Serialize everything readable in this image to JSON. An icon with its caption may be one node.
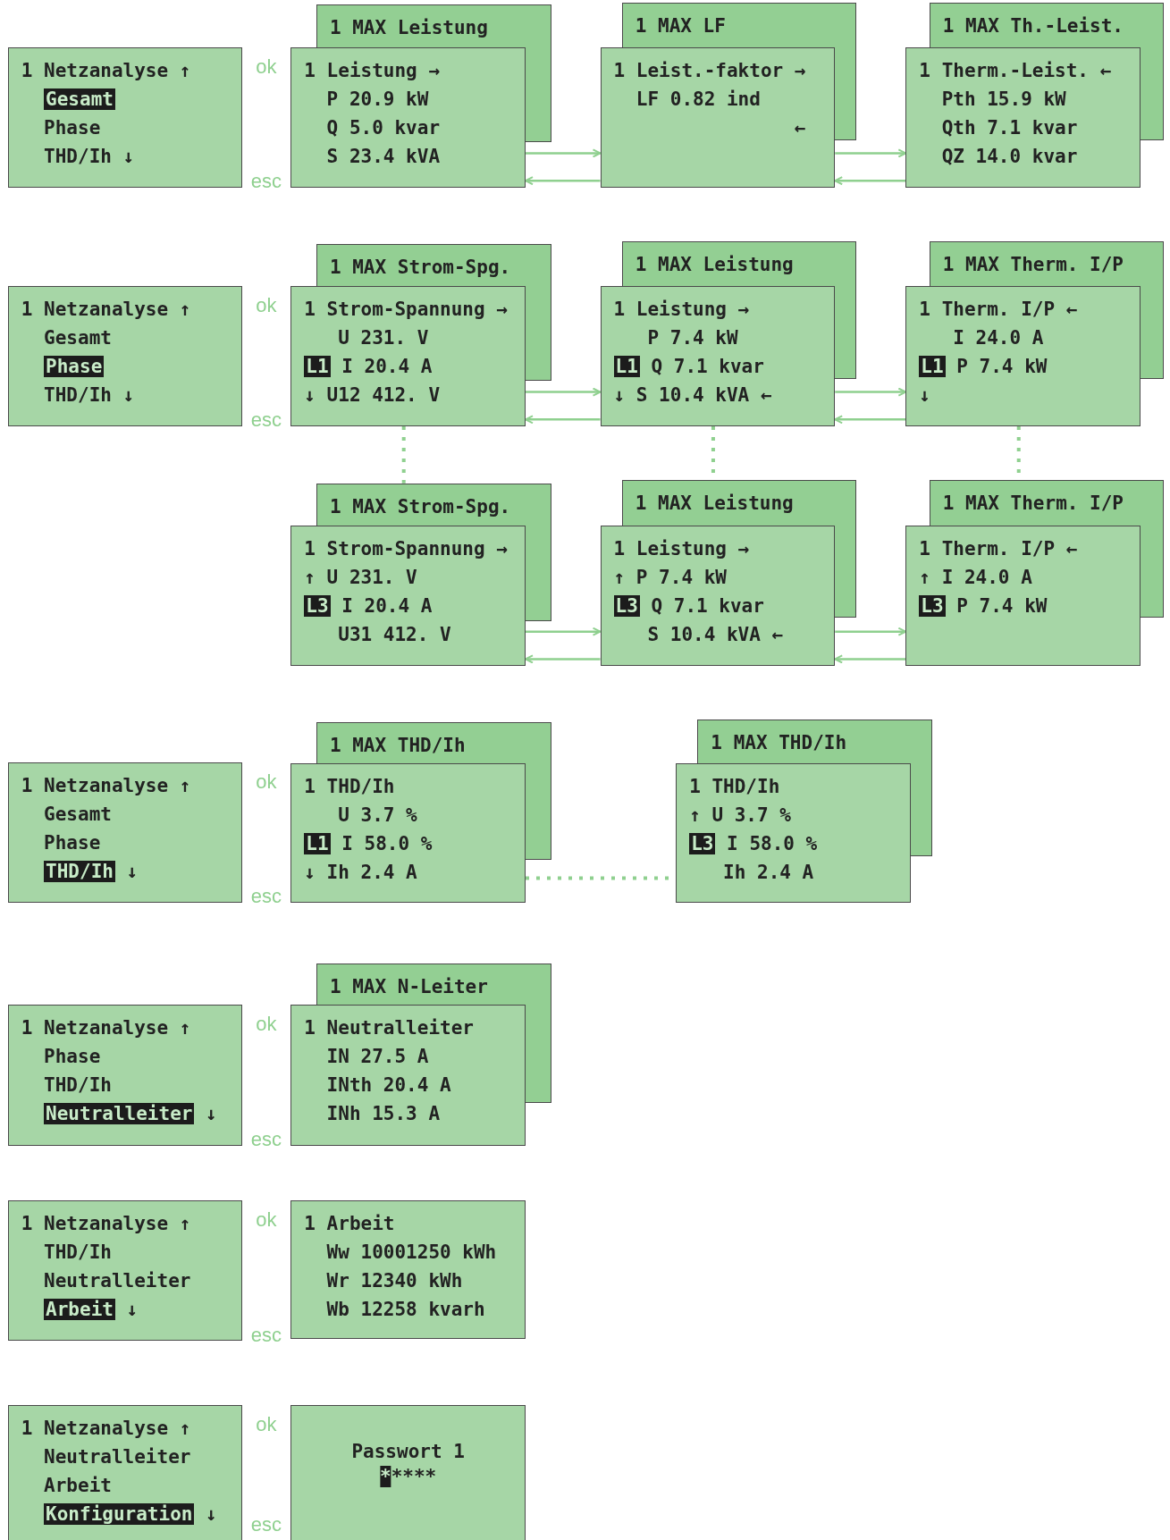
{
  "diagram": {
    "nodes": [
      {
        "text": [
          "1 Netzanalyse ↑",
          "Gesamt",
          "Phase",
          "THD/Ih ↓"
        ]
      },
      {
        "text": [
          "1 MAX Leistung"
        ]
      },
      {
        "text": [
          "1 Leistung →",
          "P 20.9 kW",
          "Q 5.0 kvar",
          "S 23.4 kVA"
        ]
      },
      {
        "text": [
          "1 MAX LF"
        ]
      },
      {
        "text": [
          "1 Leist.-faktor →",
          "LF 0.82 ind",
          "←"
        ]
      },
      {
        "text": [
          "1 MAX Th.-Leist."
        ]
      },
      {
        "text": [
          "1 Therm.-Leist. ←",
          "Pth 15.9 kW",
          "Qth 7.1 kvar",
          "QZ 14.0 kvar"
        ]
      },
      {
        "text": [
          "1 Netzanalyse ↑",
          "Gesamt",
          "Phase",
          "THD/Ih ↓"
        ]
      },
      {
        "text": [
          "1 MAX Strom-Spg."
        ]
      },
      {
        "text": [
          "1 Strom-Spannung →",
          "U 231. V",
          "L1 I 20.4 A",
          "↓ U12 412. V"
        ]
      },
      {
        "text": [
          "1 MAX Leistung"
        ]
      },
      {
        "text": [
          "1 Leistung →",
          "P 7.4 kW",
          "L1 Q 7.1 kvar",
          "↓ S 10.4 kVA ←"
        ]
      },
      {
        "text": [
          "1 MAX Therm. I/P"
        ]
      },
      {
        "text": [
          "1 Therm. I/P ←",
          "I 24.0 A",
          "L1 P 7.4 kW",
          "↓"
        ]
      },
      {
        "text": [
          "1 MAX Strom-Spg."
        ]
      },
      {
        "text": [
          "1 Strom-Spannung →",
          "↑ U 231. V",
          "L3 I 20.4 A",
          "U31 412. V"
        ]
      },
      {
        "text": [
          "1 MAX Leistung"
        ]
      },
      {
        "text": [
          "1 Leistung →",
          "↑ P 7.4 kW",
          "L3 Q 7.1 kvar",
          "S 10.4 kVA ←"
        ]
      },
      {
        "text": [
          "1 MAX Therm. I/P"
        ]
      },
      {
        "text": [
          "1 Therm. I/P ←",
          "↑ I 24.0 A",
          "L3 P 7.4 kW"
        ]
      },
      {
        "text": [
          "1 Netzanalyse ↑",
          "Gesamt",
          "Phase",
          "THD/Ih ↓"
        ]
      },
      {
        "text": [
          "1 MAX THD/Ih"
        ]
      },
      {
        "text": [
          "1 THD/Ih",
          "U 3.7 %",
          "L1 I 58.0 %",
          "↓ Ih 2.4 A"
        ]
      },
      {
        "text": [
          "1 MAX THD/Ih"
        ]
      },
      {
        "text": [
          "1 THD/Ih",
          "↑ U 3.7 %",
          "L3 I 58.0 %",
          "Ih 2.4 A"
        ]
      },
      {
        "text": [
          "1 Netzanalyse ↑",
          "Phase",
          "THD/Ih",
          "Neutralleiter ↓"
        ]
      },
      {
        "text": [
          "1 MAX N-Leiter"
        ]
      },
      {
        "text": [
          "1 Neutralleiter",
          "IN 27.5 A",
          "INth 20.4 A",
          "INh 15.3 A"
        ]
      },
      {
        "text": [
          "1 Netzanalyse ↑",
          "THD/Ih",
          "Neutralleiter",
          "Arbeit ↓"
        ]
      },
      {
        "text": [
          "1 Arbeit",
          "Ww 10001250 kWh",
          "Wr 12340 kWh",
          "Wb 12258 kvarh"
        ]
      },
      {
        "text": [
          "1 Netzanalyse ↑",
          "Neutralleiter",
          "Arbeit",
          "Konfiguration ↓"
        ]
      },
      {
        "text": [
          "Passwort 1",
          "*****"
        ]
      }
    ],
    "edges": [
      {
        "from": 2,
        "to": 4,
        "arrow": "to"
      },
      {
        "from": 4,
        "to": 2,
        "arrow": "to"
      },
      {
        "from": 4,
        "to": 6,
        "arrow": "to"
      },
      {
        "from": 6,
        "to": 4,
        "arrow": "to"
      },
      {
        "from": 9,
        "to": 11,
        "arrow": "to"
      },
      {
        "from": 11,
        "to": 9,
        "arrow": "to"
      },
      {
        "from": 11,
        "to": 13,
        "arrow": "to"
      },
      {
        "from": 13,
        "to": 11,
        "arrow": "to"
      },
      {
        "from": 9,
        "to": 14,
        "arrow": "none",
        "style": "dashed"
      },
      {
        "from": 11,
        "to": 16,
        "arrow": "none",
        "style": "dashed"
      },
      {
        "from": 13,
        "to": 18,
        "arrow": "none",
        "style": "dashed"
      },
      {
        "from": 15,
        "to": 17,
        "arrow": "to"
      },
      {
        "from": 17,
        "to": 15,
        "arrow": "to"
      },
      {
        "from": 17,
        "to": 19,
        "arrow": "to"
      },
      {
        "from": 19,
        "to": 17,
        "arrow": "to"
      },
      {
        "from": 22,
        "to": 24,
        "arrow": "none",
        "style": "dashed"
      }
    ],
    "labels": [
      "ok",
      "esc",
      "ok",
      "esc",
      "ok",
      "esc",
      "ok",
      "esc",
      "ok",
      "esc",
      "ok",
      "esc"
    ]
  }
}
